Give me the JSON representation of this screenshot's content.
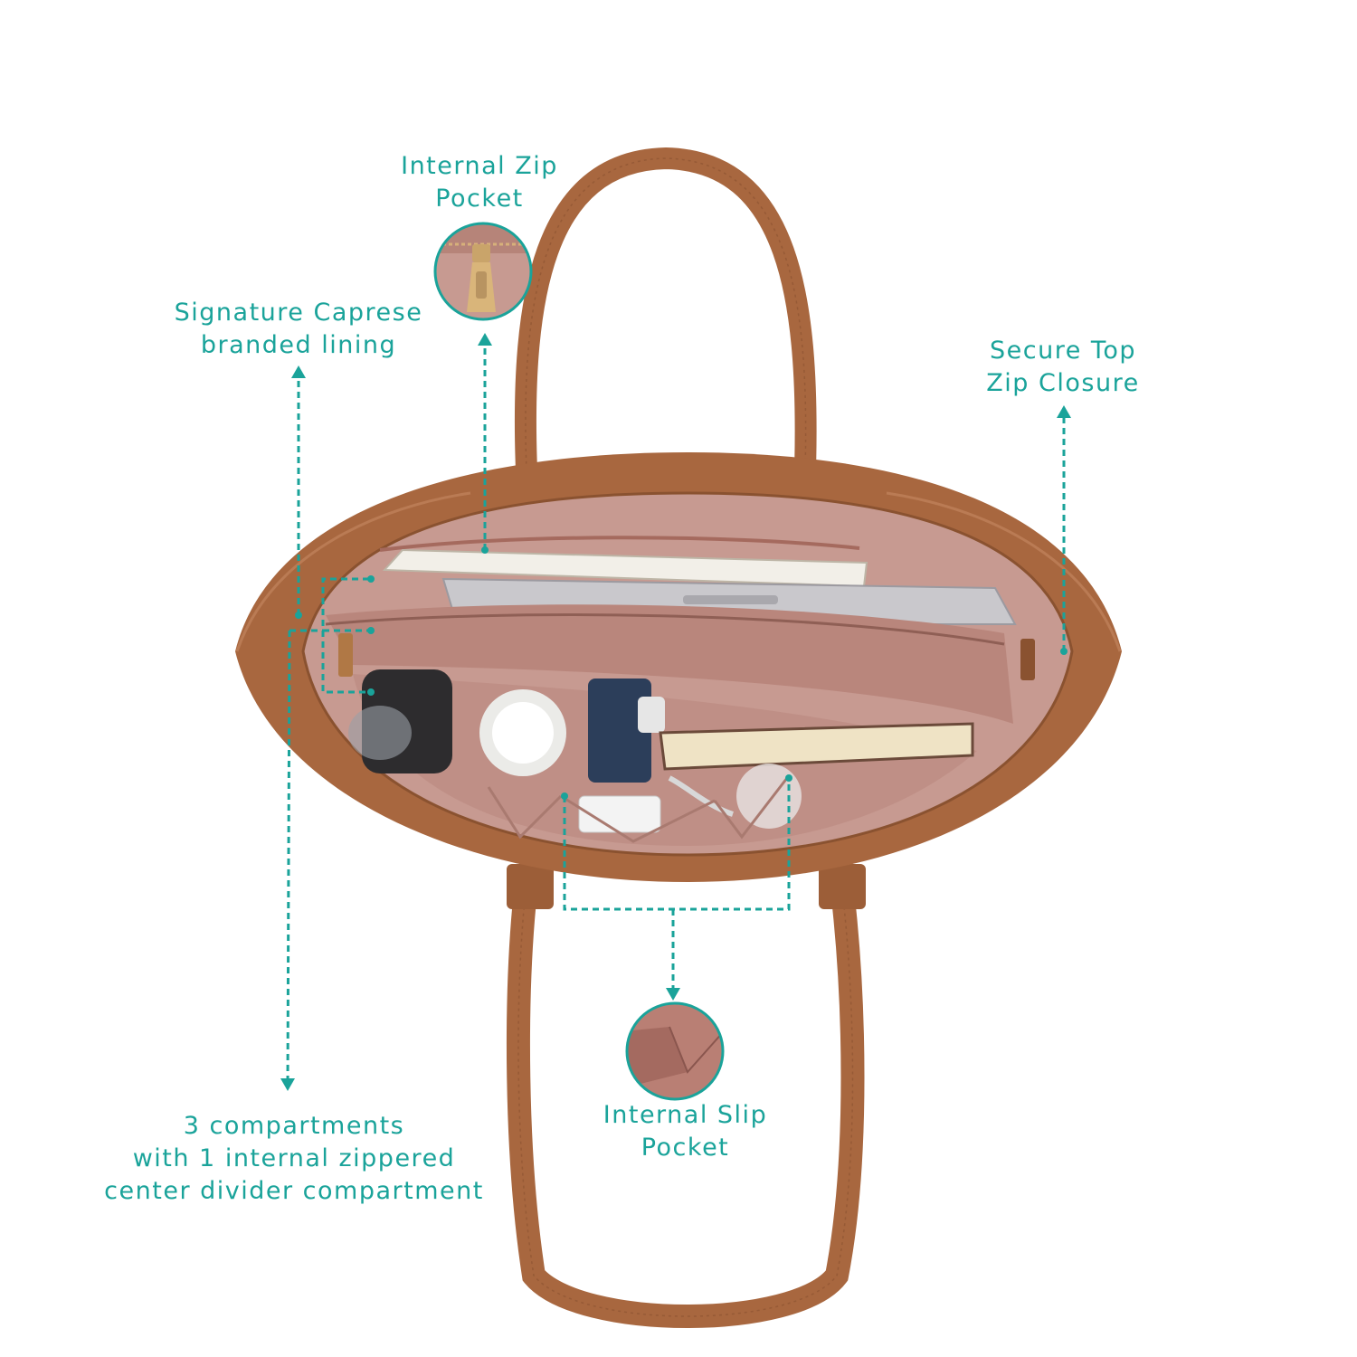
{
  "callouts": {
    "internal_zip_pocket": {
      "lines": [
        "Internal Zip",
        "Pocket"
      ]
    },
    "branded_lining": {
      "lines": [
        "Signature Caprese",
        "branded lining"
      ]
    },
    "top_zip_closure": {
      "lines": [
        "Secure Top",
        "Zip Closure"
      ]
    },
    "internal_slip_pocket": {
      "lines": [
        "Internal Slip",
        "Pocket"
      ]
    },
    "compartments": {
      "lines": [
        "3 compartments",
        "with 1 internal zippered",
        "center divider compartment"
      ]
    }
  },
  "colors": {
    "accent": "#1aa39a",
    "leather": "#a8673f",
    "leather_dark": "#8a5230",
    "lining": "#c79a91",
    "lining_dark": "#b9867c",
    "background": "#ffffff"
  },
  "icons": {
    "zip_pocket_detail": "zipper-pull-icon",
    "slip_pocket_detail": "slip-pocket-fold-icon"
  }
}
